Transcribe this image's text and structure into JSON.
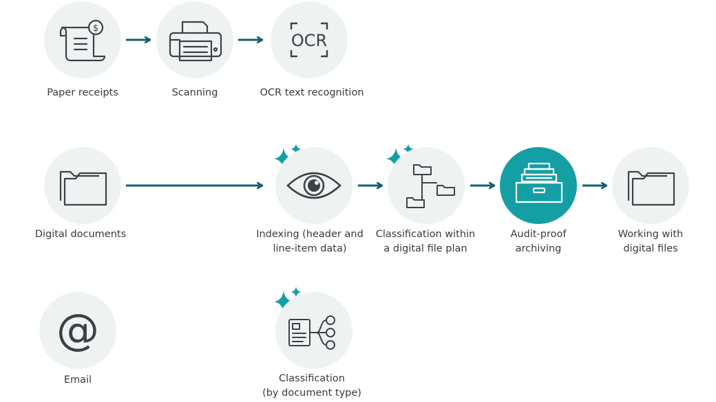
{
  "nodes": {
    "paper_receipts": {
      "label": [
        "Paper receipts"
      ],
      "icon": "receipt-icon"
    },
    "scanning": {
      "label": [
        "Scanning"
      ],
      "icon": "scanner-icon"
    },
    "ocr": {
      "label": [
        "OCR text recognition"
      ],
      "icon": "ocr-icon",
      "icon_text": "OCR"
    },
    "digital_documents": {
      "label": [
        "Digital documents"
      ],
      "icon": "folder-icon"
    },
    "indexing": {
      "label": [
        "Indexing (header and",
        "line-item data)"
      ],
      "icon": "eye-icon"
    },
    "classification_plan": {
      "label": [
        "Classification within",
        "a digital file plan"
      ],
      "icon": "folder-tree-icon"
    },
    "archiving": {
      "label": [
        "Audit-proof",
        "archiving"
      ],
      "icon": "archive-box-icon"
    },
    "working": {
      "label": [
        "Working with",
        "digital files"
      ],
      "icon": "folder-icon"
    },
    "email": {
      "label": [
        "Email"
      ],
      "icon": "at-sign-icon"
    },
    "classification_type": {
      "label": [
        "Classification",
        "(by document type)"
      ],
      "icon": "document-branch-icon"
    }
  },
  "colors": {
    "circle_fill": "#eef3f2",
    "accent": "#149fa5",
    "arrow": "#0f5e6e",
    "icon_stroke": "#3a4148",
    "text": "#333a40"
  }
}
